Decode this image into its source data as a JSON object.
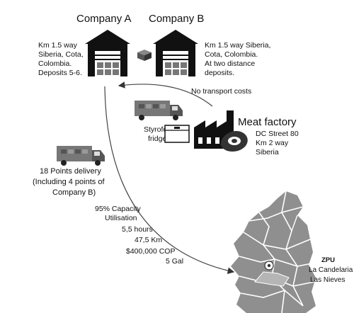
{
  "company_a": {
    "title": "Company A",
    "desc": [
      "Km 1.5 way",
      "Siberia, Cota,",
      "Colombia.",
      "Deposits 5-6."
    ]
  },
  "company_b": {
    "title": "Company B",
    "desc": [
      "Km 1.5 way Siberia,",
      "Cota, Colombia.",
      "At two distance",
      "deposits."
    ]
  },
  "transport_note": "No transport costs",
  "fridge_label": [
    "Styrofoam",
    "fridge"
  ],
  "meat_factory": {
    "title": "Meat factory",
    "desc": [
      "DC Street 80",
      "Km 2 way",
      "Siberia"
    ]
  },
  "delivery": [
    "18 Points delivery",
    "(Including 4 points of",
    "Company B)"
  ],
  "route_stats": [
    "95% Capacity",
    "Utilisation",
    "5,5 hours",
    "47,5 Km",
    "$400,000 COP",
    "5 Gal"
  ],
  "zpu": {
    "title": "ZPU",
    "desc": [
      "La Candelaria",
      "Las Nieves"
    ]
  },
  "colors": {
    "ink": "#111111",
    "gray": "#8a8a8a",
    "map_fill": "#8f8f8f",
    "map_line": "#ffffff"
  }
}
